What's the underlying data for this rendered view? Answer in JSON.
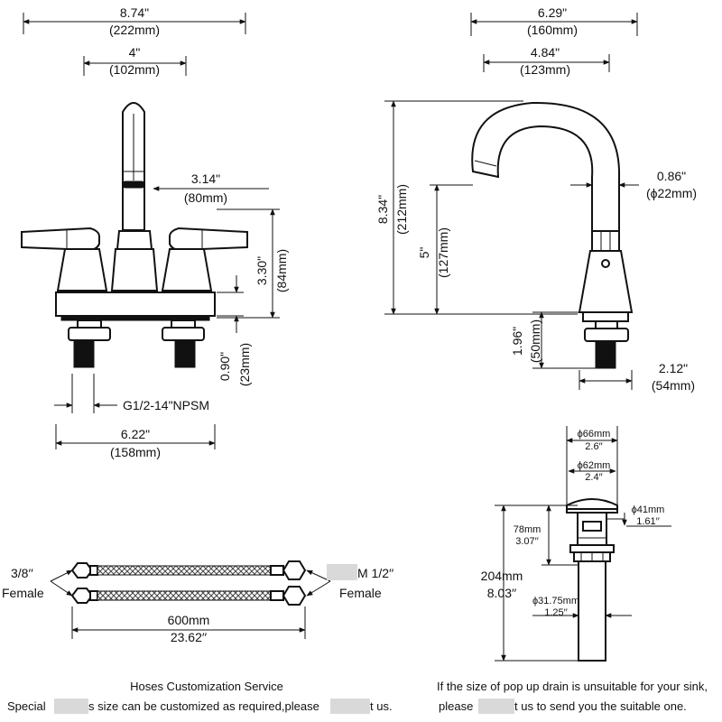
{
  "faucet_front": {
    "width_total": "8.74\"",
    "width_total_mm": "(222mm)",
    "center_spacing": "4\"",
    "center_spacing_mm": "(102mm)",
    "spout_reach": "3.14\"",
    "spout_reach_mm": "(80mm)",
    "body_height": "3.30\"",
    "body_height_mm": "(84mm)",
    "shank_height": "0.90\"",
    "shank_height_mm": "(23mm)",
    "thread_spec": "G1/2-14\"NPSM",
    "base_width": "6.22\"",
    "base_width_mm": "(158mm)"
  },
  "faucet_side": {
    "width_total": "6.29\"",
    "width_total_mm": "(160mm)",
    "spout_reach": "4.84\"",
    "spout_reach_mm": "(123mm)",
    "total_height": "8.34\"",
    "total_height_mm": "(212mm)",
    "spout_height": "5\"",
    "spout_height_mm": "(127mm)",
    "spout_diameter": "0.86\"",
    "spout_diameter_mm": "(ϕ22mm)",
    "base_height": "1.96\"",
    "base_height_mm": "(50mm)",
    "base_depth": "2.12\"",
    "base_depth_mm": "(54mm)"
  },
  "drain": {
    "cap_diameter_mm": "ϕ66mm",
    "cap_diameter_in": "2.6′′",
    "flange_diameter_mm": "ϕ62mm",
    "flange_diameter_in": "2.4′′",
    "body_diameter_mm": "ϕ41mm",
    "body_diameter_in": "1.61′′",
    "body_height_mm": "78mm",
    "body_height_in": "3.07′′",
    "total_length_mm": "204mm",
    "total_length_in": "8.03′′",
    "tail_diameter_mm": "ϕ31.75mm",
    "tail_diameter_in": "1.25′′"
  },
  "hoses": {
    "left_size": "3/8′′",
    "left_gender": "Female",
    "right_size": "M 1/2′′",
    "right_gender": "Female",
    "length_mm": "600mm",
    "length_in": "23.62′′"
  },
  "captions": {
    "hoses_title": "Hoses Customization Service",
    "hoses_line_a": "Special",
    "hoses_line_b": "s size can be customized as required,please",
    "hoses_line_c": "t us.",
    "drain_line1": "If the size of pop up drain is unsuitable for your sink,",
    "drain_line2_a": "please",
    "drain_line2_b": "t us to send you the suitable one."
  }
}
